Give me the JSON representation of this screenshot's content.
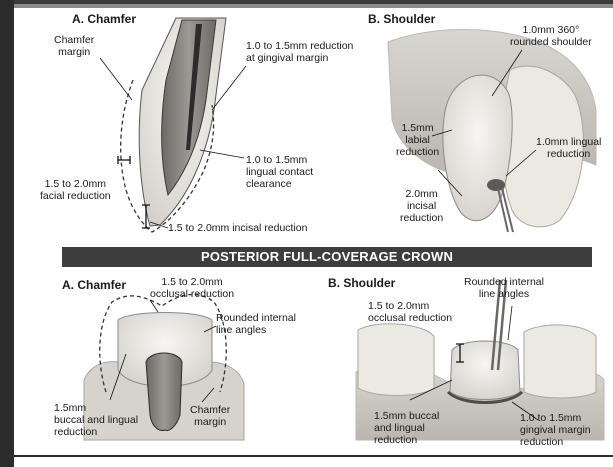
{
  "anterior": {
    "chamfer": {
      "title": "A. Chamfer",
      "labels": {
        "chamfer_margin": "Chamfer\nmargin",
        "gingival_reduction": "1.0 to 1.5mm reduction\nat gingival margin",
        "lingual_clearance": "1.0 to 1.5mm\nlingual contact\nclearance",
        "facial_reduction": "1.5 to 2.0mm\nfacial reduction",
        "incisal_reduction": "1.5 to 2.0mm incisal reduction"
      }
    },
    "shoulder": {
      "title": "B. Shoulder",
      "labels": {
        "rounded_shoulder": "1.0mm 360°\nrounded shoulder",
        "labial_reduction": "1.5mm\nlabial\nreduction",
        "lingual_reduction": "1.0mm lingual\nreduction",
        "incisal_reduction": "2.0mm\nincisal\nreduction"
      }
    }
  },
  "banner": "POSTERIOR FULL-COVERAGE CROWN",
  "posterior": {
    "chamfer": {
      "title": "A. Chamfer",
      "labels": {
        "occlusal_reduction": "1.5 to 2.0mm\nocclusal reduction",
        "rounded_angles": "Rounded internal\nline angles",
        "buccal_lingual": "1.5mm\nbuccal and lingual\nreduction",
        "chamfer_margin": "Chamfer\nmargin"
      }
    },
    "shoulder": {
      "title": "B. Shoulder",
      "labels": {
        "occlusal_reduction": "1.5 to 2.0mm\nocclusal reduction",
        "rounded_angles": "Rounded internal\nline angles",
        "buccal_lingual": "1.5mm buccal\nand lingual\nreduction",
        "gingival_reduction": "1.0 to 1.5mm\ngingival margin\nreduction"
      }
    }
  },
  "colors": {
    "banner": "#3d3d3d",
    "tooth": "#e9e6df",
    "gum": "#c9c6c0",
    "outline": "#1a1a1a"
  }
}
